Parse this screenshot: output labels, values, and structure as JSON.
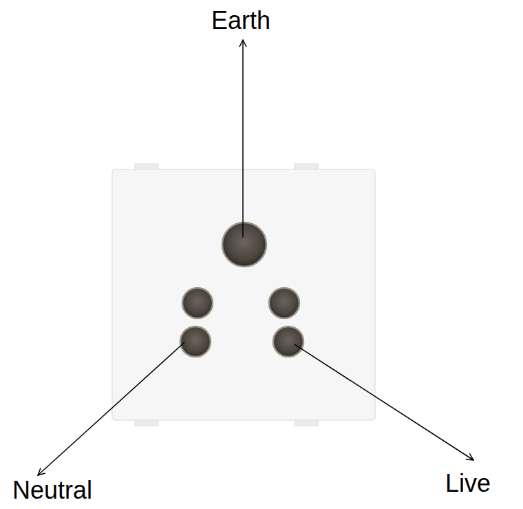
{
  "diagram": {
    "labels": [
      "Earth",
      "Neutral",
      "Live"
    ]
  }
}
